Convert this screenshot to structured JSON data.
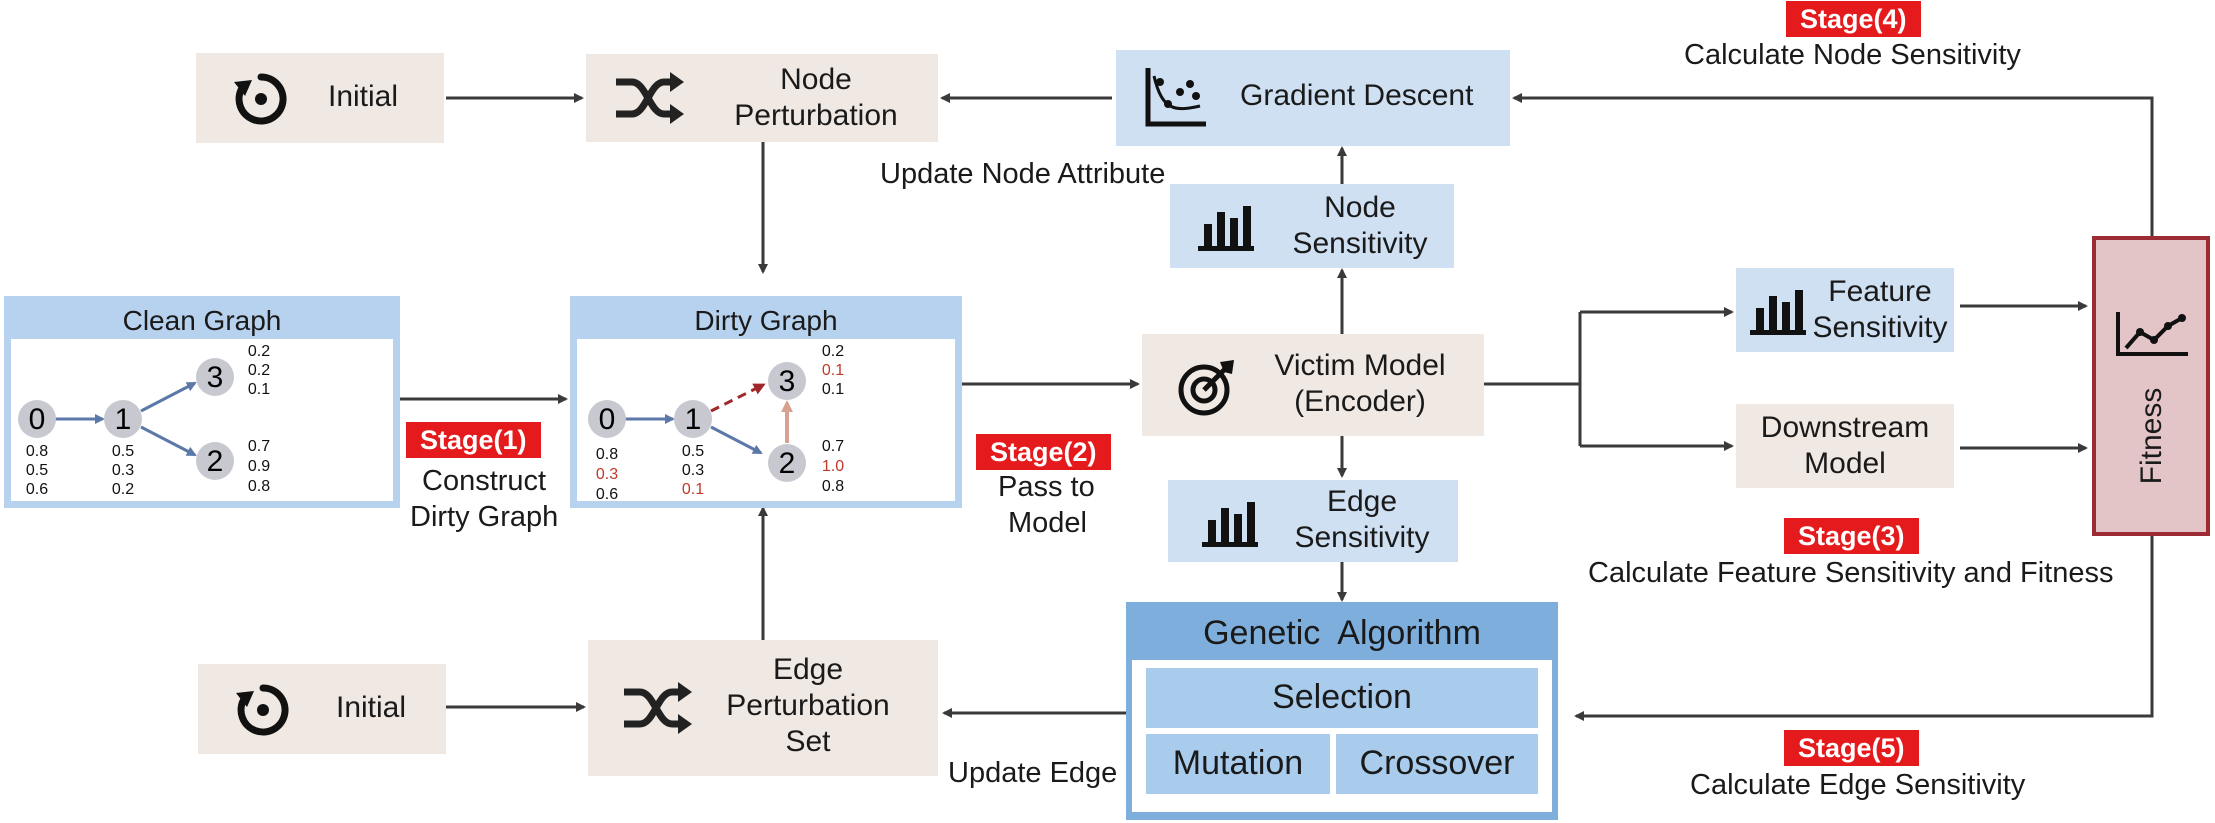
{
  "initial_top": {
    "label": "Initial",
    "icon": "reset-icon"
  },
  "initial_bottom": {
    "label": "Initial",
    "icon": "reset-icon"
  },
  "node_perturbation": {
    "line1": "Node",
    "line2": "Perturbation",
    "icon": "shuffle-icon"
  },
  "edge_perturbation": {
    "line1": "Edge",
    "line2": "Perturbation",
    "line3": "Set",
    "icon": "shuffle-icon"
  },
  "gradient_descent": {
    "label": "Gradient Descent",
    "icon": "scatter-chart-icon"
  },
  "node_sensitivity": {
    "line1": "Node",
    "line2": "Sensitivity",
    "icon": "bar-chart-icon"
  },
  "edge_sensitivity": {
    "line1": "Edge",
    "line2": "Sensitivity",
    "icon": "bar-chart-icon"
  },
  "feature_sensitivity": {
    "line1": "Feature",
    "line2": "Sensitivity",
    "icon": "bar-chart-icon"
  },
  "victim_model": {
    "line1": "Victim Model",
    "line2": "(Encoder)",
    "icon": "target-icon"
  },
  "downstream_model": {
    "line1": "Downstream",
    "line2": "Model"
  },
  "fitness": {
    "label": "Fitness",
    "icon": "line-chart-icon"
  },
  "genetic_algorithm": {
    "title": "Genetic  Algorithm",
    "selection": "Selection",
    "mutation": "Mutation",
    "crossover": "Crossover"
  },
  "notes": {
    "update_node_attribute": "Update Node Attribute",
    "update_edge": "Update Edge",
    "construct_line1": "Construct",
    "construct_line2": "Dirty Graph",
    "pass_line1": "Pass to",
    "pass_line2": "Model"
  },
  "stages": {
    "s1": {
      "label": "Stage(1)"
    },
    "s2": {
      "label": "Stage(2)"
    },
    "s3": {
      "label": "Stage(3)",
      "caption": "Calculate Feature Sensitivity and Fitness"
    },
    "s4": {
      "label": "Stage(4)",
      "caption": "Calculate Node Sensitivity"
    },
    "s5": {
      "label": "Stage(5)",
      "caption": "Calculate Edge Sensitivity"
    }
  },
  "clean_graph": {
    "title": "Clean Graph",
    "nodes": [
      "0",
      "1",
      "2",
      "3"
    ],
    "features": {
      "n0": [
        "0.8",
        "0.5",
        "0.6"
      ],
      "n1": [
        "0.5",
        "0.3",
        "0.2"
      ],
      "n2": [
        "0.7",
        "0.9",
        "0.8"
      ],
      "n3": [
        "0.2",
        "0.2",
        "0.1"
      ]
    }
  },
  "dirty_graph": {
    "title": "Dirty Graph",
    "nodes": [
      "0",
      "1",
      "2",
      "3"
    ],
    "features": {
      "n0": [
        "0.8",
        "0.3",
        "0.6"
      ],
      "n1": [
        "0.5",
        "0.3",
        "0.1"
      ],
      "n2": [
        "0.7",
        "1.0",
        "0.8"
      ],
      "n3": [
        "0.2",
        "0.1",
        "0.1"
      ]
    }
  },
  "colors": {
    "beige": "#f0e8e2",
    "light_blue": "#cfe0f3",
    "stage_red": "#e41a1c",
    "fitness_fill": "#e3c5c8",
    "fitness_border": "#9c2b33",
    "perturbed_value": "#c0392b",
    "node_fill": "#c8c8d0",
    "edge_blue": "#5b78a8"
  }
}
